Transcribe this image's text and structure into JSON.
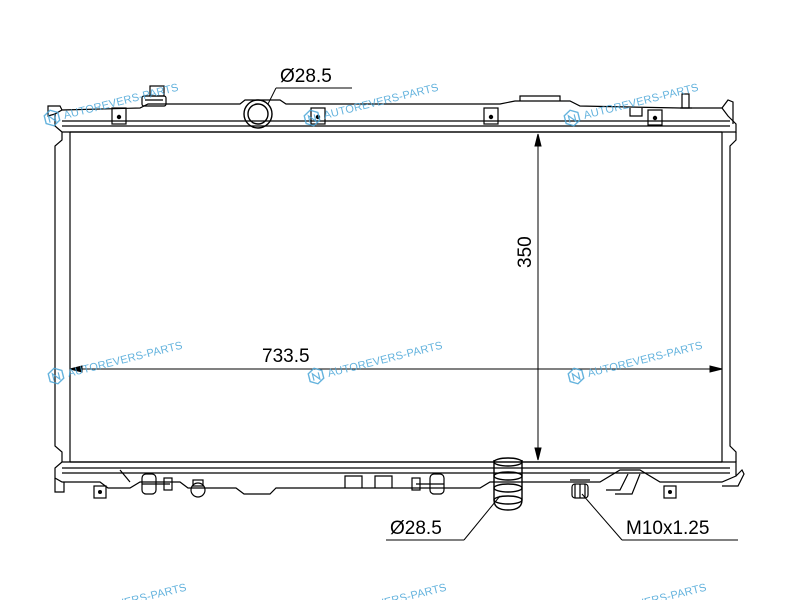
{
  "drawing": {
    "dimensions": {
      "inlet_diameter": "Ø28.5",
      "outlet_diameter": "Ø28.5",
      "height": "350",
      "width": "733.5",
      "drain_thread": "M10x1.25"
    }
  },
  "watermark": {
    "text": "AUTOREVERS-PARTS",
    "color": "#4aa6d8"
  }
}
